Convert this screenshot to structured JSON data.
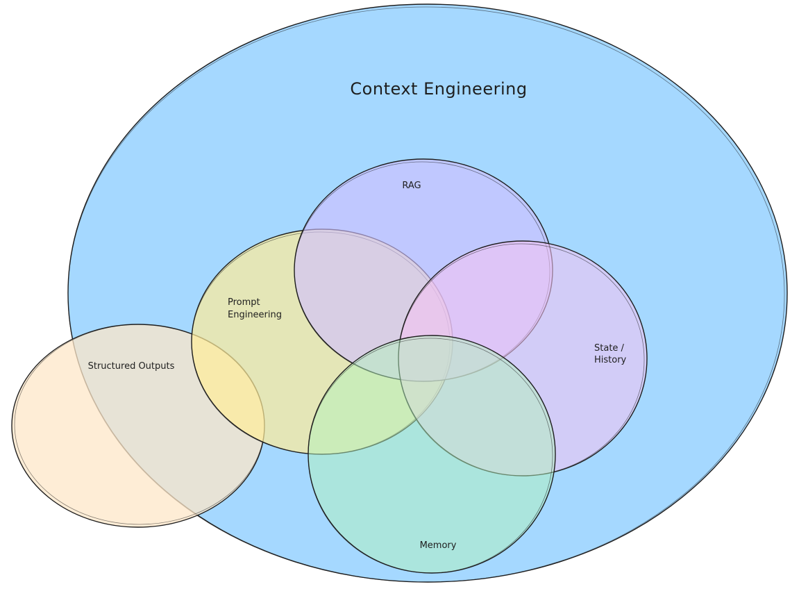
{
  "diagram": {
    "title": "Context Engineering",
    "sets": [
      {
        "id": "context-engineering",
        "label_lines": [
          "Context Engineering"
        ],
        "fill": "#a5d8ff"
      },
      {
        "id": "structured-outputs",
        "label_lines": [
          "Structured Outputs"
        ],
        "fill": "#ffe8cc"
      },
      {
        "id": "prompt-engineering",
        "label_lines": [
          "Prompt",
          "Engineering"
        ],
        "fill": "#ffec99"
      },
      {
        "id": "rag",
        "label_lines": [
          "RAG"
        ],
        "fill": "#d0bfff"
      },
      {
        "id": "state-history",
        "label_lines": [
          "State /",
          "History"
        ],
        "fill": "#eebefa"
      },
      {
        "id": "memory",
        "label_lines": [
          "Memory"
        ],
        "fill": "#b2f2bb"
      }
    ]
  }
}
